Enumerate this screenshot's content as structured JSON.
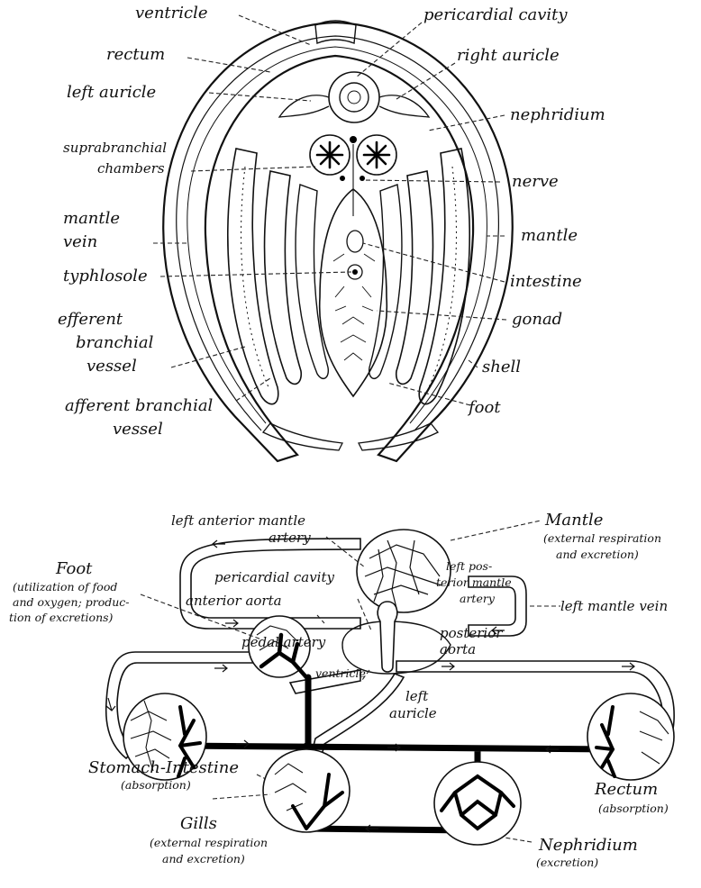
{
  "cross_section": {
    "labels": {
      "ventricle": "ventricle",
      "pericardial_cavity": "pericardial cavity",
      "rectum": "rectum",
      "right_auricle": "right auricle",
      "left_auricle": "left auricle",
      "nephridium": "nephridium",
      "suprabranchial_1": "suprabranchial",
      "suprabranchial_2": "chambers",
      "nerve": "nerve",
      "mantle_vein_1": "mantle",
      "mantle_vein_2": "vein",
      "mantle": "mantle",
      "typhlosole": "typhlosole",
      "intestine": "intestine",
      "efferent_1": "efferent",
      "efferent_2": "branchial",
      "efferent_3": "vessel",
      "gonad": "gonad",
      "shell": "shell",
      "afferent_1": "afferent branchial",
      "afferent_2": "vessel",
      "foot": "foot"
    }
  },
  "circulation": {
    "labels": {
      "left_anterior_mantle_artery_1": "left anterior mantle",
      "left_anterior_mantle_artery_2": "artery",
      "mantle_title": "Mantle",
      "mantle_sub_1": "(external respiration",
      "mantle_sub_2": "and excretion)",
      "foot_title": "Foot",
      "foot_sub_1": "(utilization of food",
      "foot_sub_2": "and oxygen; produc-",
      "foot_sub_3": "tion of excretions)",
      "pericardial_cavity": "pericardial cavity",
      "left_posterior_mantle_1": "left pos-",
      "left_posterior_mantle_2": "terior mantle",
      "left_posterior_mantle_3": "artery",
      "anterior_aorta": "anterior aorta",
      "left_mantle_vein": "left mantle vein",
      "pedal_artery": "pedal artery",
      "posterior_aorta_1": "posterior",
      "posterior_aorta_2": "aorta",
      "ventricle": "ventricle",
      "left_auricle_1": "left",
      "left_auricle_2": "auricle",
      "stomach_title": "Stomach-Intestine",
      "stomach_sub": "(absorption)",
      "rectum_title": "Rectum",
      "rectum_sub": "(absorption)",
      "gills_title": "Gills",
      "gills_sub_1": "(external respiration",
      "gills_sub_2": "and excretion)",
      "nephridium_title": "Nephridium",
      "nephridium_sub": "(excretion)"
    }
  }
}
